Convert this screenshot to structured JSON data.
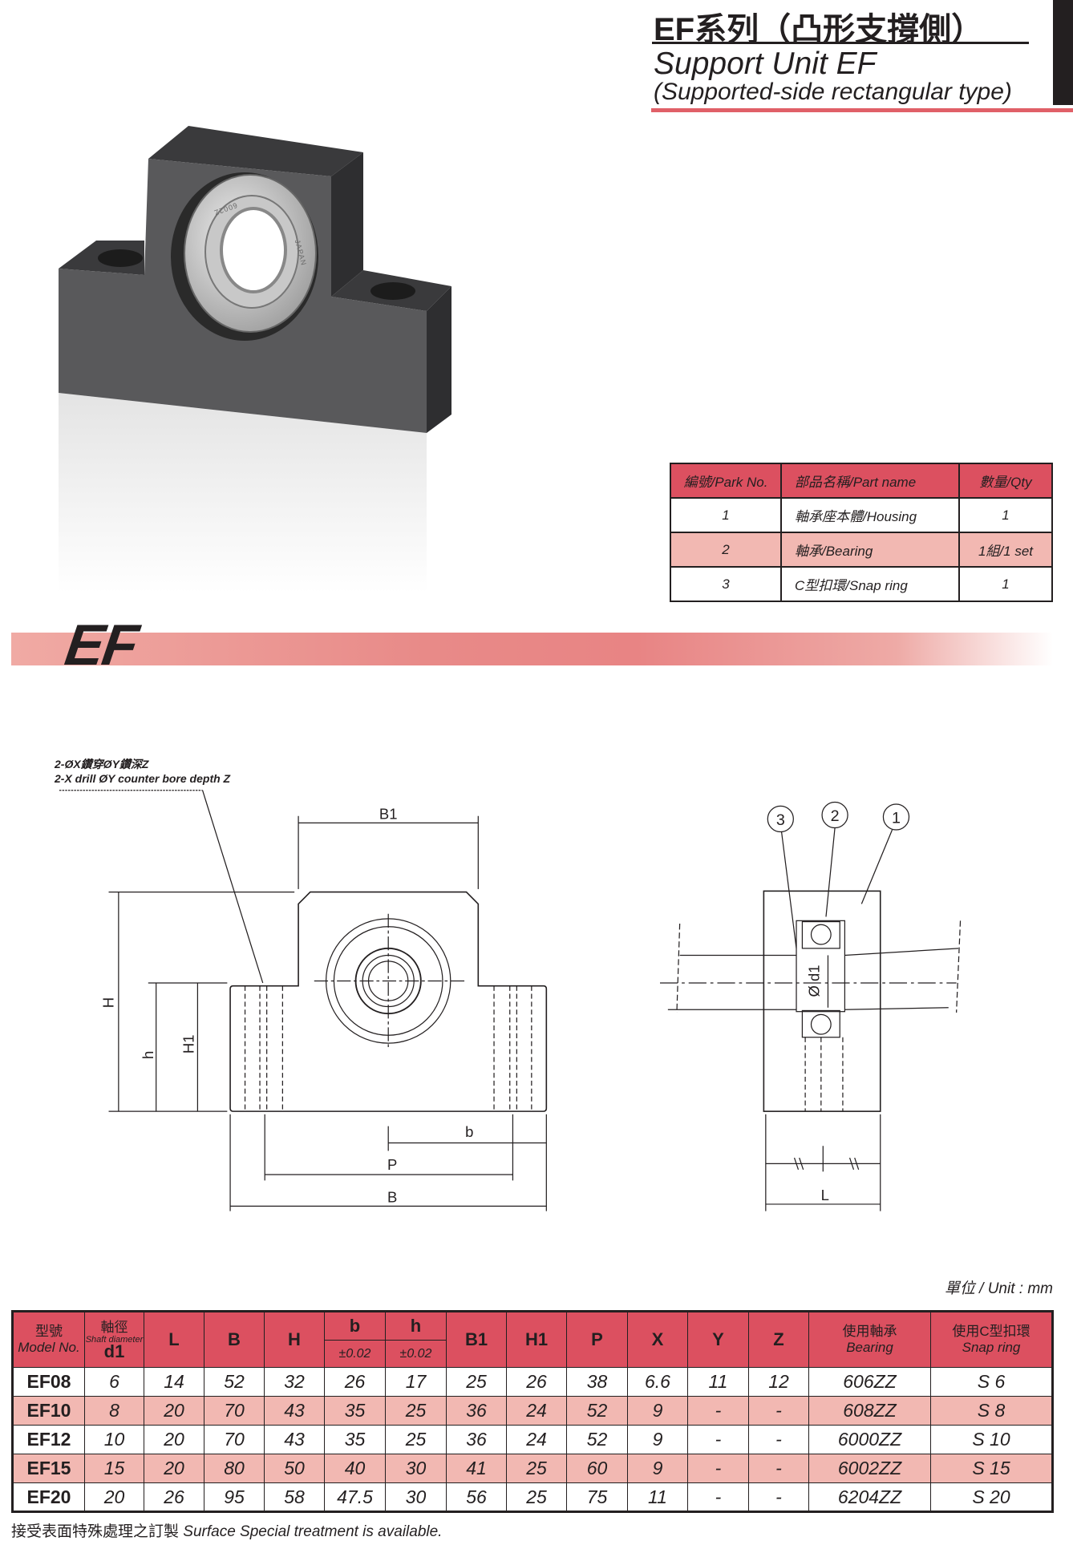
{
  "header": {
    "title_cn": "EF系列（凸形支撐側）",
    "title_en": "Support Unit EF",
    "subtitle_en": "(Supported-side rectangular type)"
  },
  "photo": {
    "bearing_marks": [
      "6002Z",
      "JAPAN"
    ]
  },
  "parts_table": {
    "headers": [
      "編號/Park No.",
      "部品名稱/Part name",
      "數量/Qty"
    ],
    "rows": [
      {
        "no": "1",
        "name": "軸承座本體/Housing",
        "qty": "1"
      },
      {
        "no": "2",
        "name": "軸承/Bearing",
        "qty": "1組/1 set"
      },
      {
        "no": "3",
        "name": "C型扣環/Snap ring",
        "qty": "1"
      }
    ]
  },
  "banner": {
    "label": "EF"
  },
  "drawing": {
    "note_cn": "2-ØX鑽穿ØY鑽深Z",
    "note_en": "2-X drill ØY counter bore depth Z",
    "labels": {
      "B1": "B1",
      "H": "H",
      "h": "h",
      "H1": "H1",
      "b": "b",
      "P": "P",
      "B": "B",
      "L": "L",
      "d1": "Ø d1"
    },
    "callouts": [
      "3",
      "2",
      "1"
    ]
  },
  "unit": "單位 / Unit : mm",
  "spec_table": {
    "headers": {
      "model_cn": "型號",
      "model_en": "Model No.",
      "d1_cn": "軸徑",
      "d1_en": "Shaft diameter",
      "d1": "d1",
      "L": "L",
      "B": "B",
      "H": "H",
      "b": "b",
      "h": "h",
      "tol": "±0.02",
      "B1": "B1",
      "H1": "H1",
      "P": "P",
      "X": "X",
      "Y": "Y",
      "Z": "Z",
      "bearing_cn": "使用軸承",
      "bearing_en": "Bearing",
      "snap_cn": "使用C型扣環",
      "snap_en": "Snap ring"
    },
    "rows": [
      [
        "EF08",
        "6",
        "14",
        "52",
        "32",
        "26",
        "17",
        "25",
        "26",
        "38",
        "6.6",
        "11",
        "12",
        "606ZZ",
        "S 6"
      ],
      [
        "EF10",
        "8",
        "20",
        "70",
        "43",
        "35",
        "25",
        "36",
        "24",
        "52",
        "9",
        "-",
        "-",
        "608ZZ",
        "S 8"
      ],
      [
        "EF12",
        "10",
        "20",
        "70",
        "43",
        "35",
        "25",
        "36",
        "24",
        "52",
        "9",
        "-",
        "-",
        "6000ZZ",
        "S 10"
      ],
      [
        "EF15",
        "15",
        "20",
        "80",
        "50",
        "40",
        "30",
        "41",
        "25",
        "60",
        "9",
        "-",
        "-",
        "6002ZZ",
        "S 15"
      ],
      [
        "EF20",
        "20",
        "26",
        "95",
        "58",
        "47.5",
        "30",
        "56",
        "25",
        "75",
        "11",
        "-",
        "-",
        "6204ZZ",
        "S 20"
      ]
    ]
  },
  "footnote": {
    "cn": "接受表面特殊處理之訂製",
    "en": "Surface Special treatment is available."
  },
  "colors": {
    "header_red": "#dc5060",
    "row_pink": "#f2b8b2",
    "rule_red": "#e06068"
  }
}
